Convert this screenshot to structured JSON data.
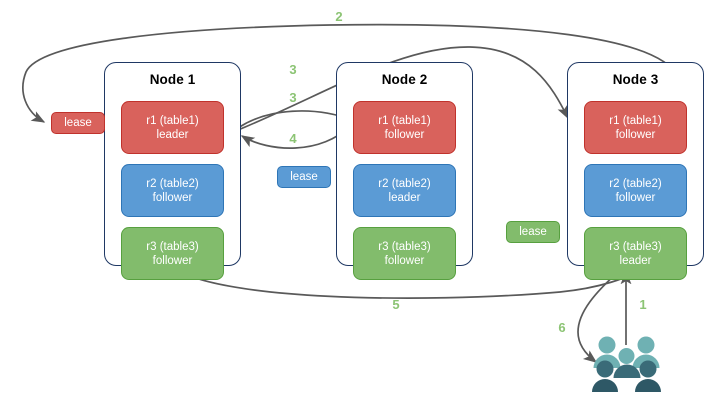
{
  "diagram": {
    "title": "raft-lease-replica-diagram",
    "colors": {
      "red": "#d9625c",
      "red_border": "#c0322c",
      "blue": "#5b9bd5",
      "blue_border": "#2e75b6",
      "green": "#82bc6c",
      "green_border": "#57a03f",
      "node_border": "#1f3864",
      "arrow": "#595959",
      "step_label": "#8cc474",
      "people_light": "#6fb1b3",
      "people_dark": "#2e5866",
      "background": "#ffffff"
    },
    "nodes": [
      {
        "title": "Node 1",
        "replicas": [
          {
            "name": "r1 (table1)",
            "role": "leader",
            "color": "red"
          },
          {
            "name": "r2 (table2)",
            "role": "follower",
            "color": "blue"
          },
          {
            "name": "r3 (table3)",
            "role": "follower",
            "color": "green"
          }
        ]
      },
      {
        "title": "Node 2",
        "replicas": [
          {
            "name": "r1 (table1)",
            "role": "follower",
            "color": "red"
          },
          {
            "name": "r2 (table2)",
            "role": "leader",
            "color": "blue"
          },
          {
            "name": "r3 (table3)",
            "role": "follower",
            "color": "green"
          }
        ]
      },
      {
        "title": "Node 3",
        "replicas": [
          {
            "name": "r1 (table1)",
            "role": "follower",
            "color": "red"
          },
          {
            "name": "r2 (table2)",
            "role": "follower",
            "color": "blue"
          },
          {
            "name": "r3 (table3)",
            "role": "leader",
            "color": "green"
          }
        ]
      }
    ],
    "leases": [
      {
        "label": "lease",
        "color": "red"
      },
      {
        "label": "lease",
        "color": "blue"
      },
      {
        "label": "lease",
        "color": "green"
      }
    ],
    "steps": [
      {
        "label": "1"
      },
      {
        "label": "2"
      },
      {
        "label": "3"
      },
      {
        "label": "3"
      },
      {
        "label": "4"
      },
      {
        "label": "5"
      },
      {
        "label": "6"
      }
    ],
    "actor": {
      "name": "users-group",
      "count": 5
    }
  }
}
